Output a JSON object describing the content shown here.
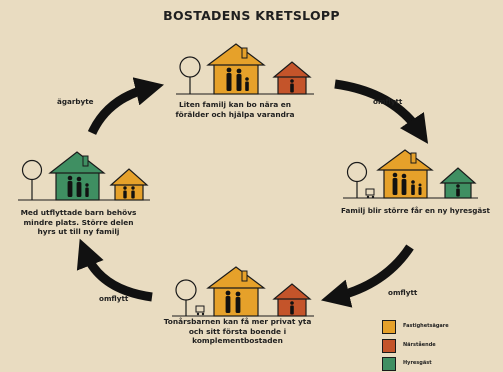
{
  "title": "BOSTADENS KRETSLOPP",
  "captions": {
    "top": [
      "Liten familj kan bo nära en",
      "förälder och hjälpa varandra"
    ],
    "right": [
      "Familj blir större får en ny hyresgäst"
    ],
    "left": [
      "Med utflyttade barn behövs",
      "mindre plats. Större delen",
      "hyrs ut till ny familj"
    ],
    "bottom": [
      "Tonårsbarnen kan få mer privat yta",
      "och sitt första boende i",
      "komplementbostaden"
    ]
  },
  "arrow_labels": {
    "top_left": "ägarbyte",
    "top_right": "omflytt",
    "bottom_right": "omflytt",
    "bottom_left": "omflytt"
  },
  "legend": [
    {
      "label": "Fastighetsägare",
      "color": "#e6a12a"
    },
    {
      "label": "Närstående",
      "color": "#c4542a"
    },
    {
      "label": "Hyresgäst",
      "color": "#3f8f62"
    }
  ],
  "colors": {
    "background": "#e9dcc1",
    "owner": "#e6a12a",
    "relative": "#c4542a",
    "tenant": "#3f8f62",
    "arrow": "#111111"
  }
}
